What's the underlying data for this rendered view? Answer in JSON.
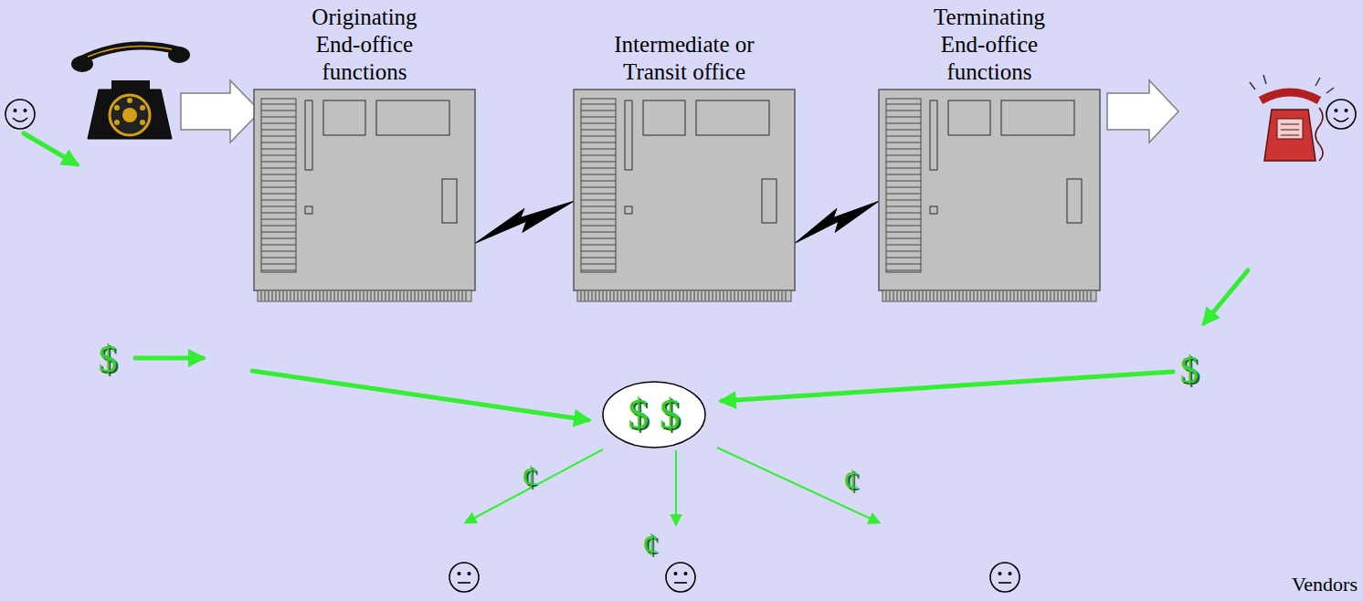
{
  "diagram": {
    "nodes": [
      {
        "text": [
          "Originating End-office functions"
        ]
      },
      {
        "text": [
          "Intermediate or Transit office"
        ]
      },
      {
        "text": [
          "Terminating End-office functions"
        ]
      },
      {
        "text": [
          "$ $"
        ]
      }
    ],
    "edges": [
      {
        "from": 0,
        "to": 1,
        "arrow": "none"
      },
      {
        "from": 1,
        "to": 2,
        "arrow": "none"
      }
    ],
    "labels": [
      "$",
      "$",
      "¢",
      "¢",
      "¢",
      "Vendors"
    ]
  }
}
